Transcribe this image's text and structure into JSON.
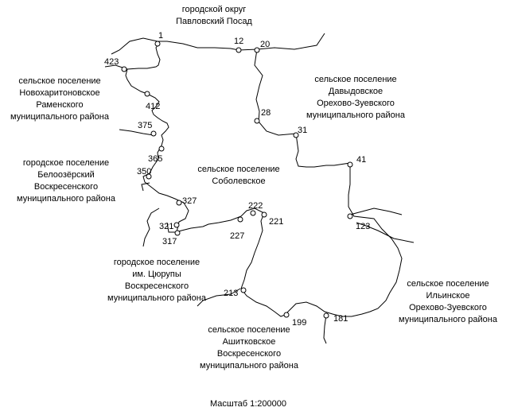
{
  "map": {
    "point_labels": [
      "1",
      "12",
      "20",
      "423",
      "412",
      "28",
      "375",
      "31",
      "365",
      "41",
      "350",
      "327",
      "222",
      "221",
      "321",
      "227",
      "317",
      "123",
      "213",
      "199",
      "181"
    ],
    "territories": [
      {
        "lines": [
          "городской округ",
          "Павловский Посад"
        ]
      },
      {
        "lines": [
          "сельское поселение",
          "Новохаритоновское",
          "Раменского",
          "муниципального района"
        ]
      },
      {
        "lines": [
          "сельское поселение",
          "Давыдовское",
          "Орехово-Зуевского",
          "муниципального района"
        ]
      },
      {
        "lines": [
          "городское поселение",
          "Белоозёрский",
          "Воскресенского",
          "муниципального района"
        ]
      },
      {
        "lines": [
          "сельское поселение",
          "Соболевское"
        ]
      },
      {
        "lines": [
          "городское поселение",
          "им. Цюрупы",
          "Воскресенского",
          "муниципального района"
        ]
      },
      {
        "lines": [
          "сельское поселение",
          "Ильинское",
          "Орехово-Зуевского",
          "муниципального района"
        ]
      },
      {
        "lines": [
          "сельское поселение",
          "Ашитковское",
          "Воскресенского",
          "муниципального района"
        ]
      }
    ],
    "scale": "Масштаб 1:200000"
  },
  "colors": {
    "line": "#000000",
    "background": "#ffffff"
  }
}
